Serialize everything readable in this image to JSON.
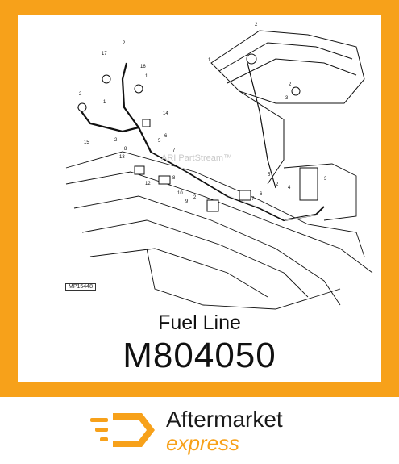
{
  "product": {
    "name": "Fuel Line",
    "part_number": "M804050"
  },
  "diagram": {
    "watermark": "ARI PartStream™",
    "figure_id": "MP15448",
    "callouts": [
      "17",
      "2",
      "16",
      "1",
      "2",
      "1",
      "15",
      "2",
      "14",
      "6",
      "5",
      "13",
      "7",
      "8",
      "12",
      "8",
      "10",
      "9",
      "2",
      "7",
      "6",
      "2",
      "4",
      "5",
      "3",
      "2",
      "1",
      "2",
      "3"
    ]
  },
  "brand": {
    "line1": "Aftermarket",
    "line2": "express",
    "accent_color": "#f7a11a"
  },
  "colors": {
    "frame": "#f7a11a",
    "card": "#ffffff",
    "text": "#111111"
  }
}
